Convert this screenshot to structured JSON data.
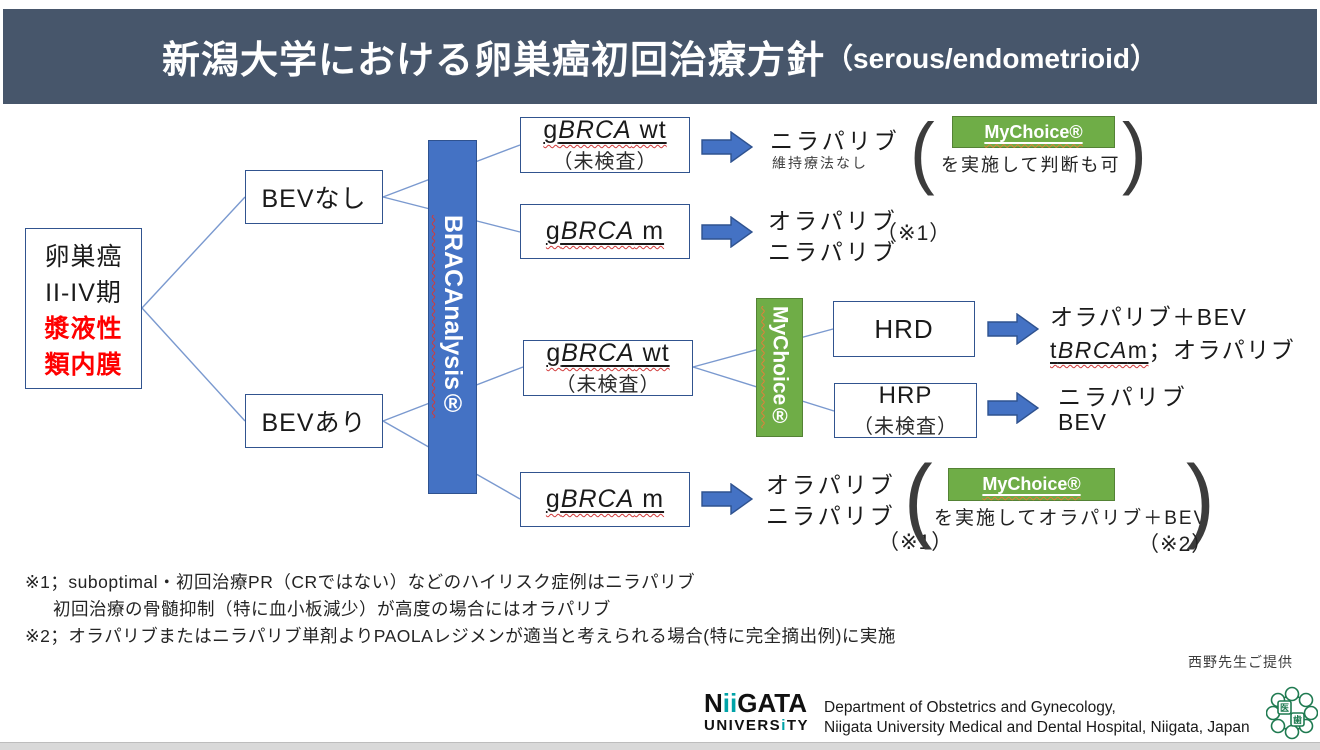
{
  "title": {
    "jp": "新潟大学における卵巣癌初回治療方針",
    "en": "（serous/endometrioid）"
  },
  "nodes": {
    "start": {
      "line1": "卵巣癌",
      "line2": "II-IV期",
      "line3": "漿液性",
      "line4": "類内膜",
      "red_color": "#FF0000"
    },
    "bev_no": "BEVなし",
    "bev_yes": "BEVあり",
    "bracanalysis": "BRACAnalysis®",
    "mychoice_bar": "MyChoice®",
    "gbrca_wt": {
      "prefix": "g",
      "gene": "BRCA",
      "suffix": " wt",
      "sub": "（未検査）"
    },
    "gbrca_m": {
      "prefix": "g",
      "gene": "BRCA",
      "suffix": " m"
    },
    "hrd": "HRD",
    "hrp": {
      "line1": "HRP",
      "line2": "（未検査）"
    }
  },
  "outcomes": {
    "o1": {
      "line1": "ニラパリブ",
      "line2": "維持療法なし"
    },
    "o2": {
      "line1": "オラパリブ",
      "line2": "ニラパリブ",
      "note": "（※1）"
    },
    "o3": {
      "line1": "オラパリブ＋BEV",
      "t_prefix": "t",
      "gene": "BRCA",
      "t_suffix": "m",
      "rest": "；オラパリブ"
    },
    "o4": {
      "line1": "ニラパリブ",
      "line2": "BEV"
    },
    "o5": {
      "line1": "オラパリブ",
      "line2": "ニラパリブ",
      "note": "（※1）"
    }
  },
  "side_notes": {
    "top": {
      "open": "(",
      "box": "MyChoice®",
      "text": "を実施して判断も可",
      "close": ")"
    },
    "bottom": {
      "open": "(",
      "box": "MyChoice®",
      "text": "を実施してオラパリブ＋BEV",
      "close": ")",
      "note": "（※2）"
    }
  },
  "footnotes": [
    "※1；suboptimal・初回治療PR（CRではない）などのハイリスク症例はニラパリブ",
    "初回治療の骨髄抑制（特に血小板減少）が高度の場合にはオラパリブ",
    "※2；オラパリブまたはニラパリブ単剤よりPAOLAレジメンが適当と考えられる場合(特に完全摘出例)に実施"
  ],
  "credit": "西野先生ご提供",
  "footer": {
    "logo_n": "N",
    "logo_ii": "ii",
    "logo_gata": "GATA",
    "logo_univers": "UNIVERS",
    "logo_i": "i",
    "logo_ty": "TY",
    "dept1": "Department of Obstetrics and Gynecology,",
    "dept2": "Niigata University Medical and Dental Hospital, Niigata, Japan",
    "seal_left": "医",
    "seal_right": "歯"
  },
  "colors": {
    "header_bg": "#47566B",
    "blue": "#4472C4",
    "blue_dark": "#2F528F",
    "green": "#6FAD47",
    "green_dark": "#548235",
    "red_text": "#FF0000",
    "line": "#7a99cf"
  }
}
